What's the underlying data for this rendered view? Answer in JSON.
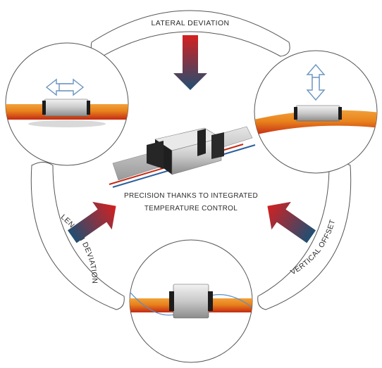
{
  "labels": {
    "lateral": "LATERAL DEVIATION",
    "length": "LENGTH DEVIATION",
    "vertical": "VERTICAL OFFSET"
  },
  "center_text": "PRECISION THANKS TO INTEGRATED TEMPERATURE CONTROL",
  "colors": {
    "arrow_red": "#d42020",
    "arrow_blue": "#1f4f73",
    "heat_orange": "#e8821c",
    "heat_red": "#c42a14",
    "outline": "#555555",
    "motion_arrow": "#6b95c0"
  },
  "icons": [
    "lateral-motion-arrows-icon",
    "vertical-motion-arrows-icon",
    "process-arrow-icon"
  ]
}
